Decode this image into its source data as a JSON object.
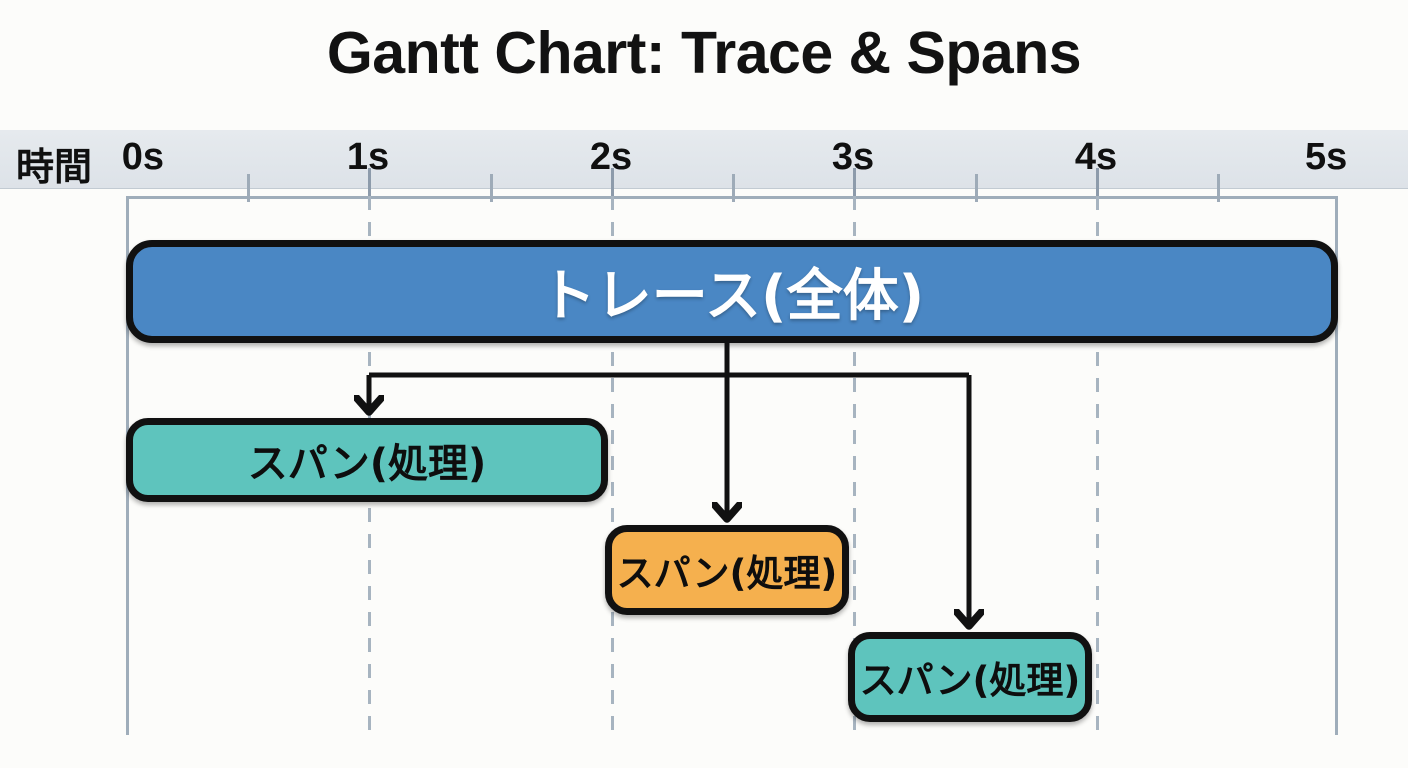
{
  "title": "Gantt Chart: Trace & Spans",
  "axis": {
    "name": "時間",
    "unit": "s",
    "ticks": [
      "0s",
      "1s",
      "2s",
      "3s",
      "4s",
      "5s"
    ],
    "minor_step": 0.5,
    "range_start": 0,
    "range_end": 5
  },
  "colors": {
    "trace_fill": "#4a87c4",
    "span_teal_fill": "#5ec4bd",
    "span_orange_fill": "#f5b04e",
    "bar_border": "#111111",
    "band_bg": "#e3e7ec",
    "grid": "#a7b4c0",
    "page_bg": "#fcfcfa",
    "title_text": "#121212"
  },
  "chart_data": {
    "type": "bar",
    "title": "Gantt Chart: Trace & Spans",
    "xlabel": "時間",
    "ylabel": "",
    "xlim": [
      0,
      5
    ],
    "xticks": [
      0,
      1,
      2,
      3,
      4,
      5
    ],
    "xticklabels": [
      "0s",
      "1s",
      "2s",
      "3s",
      "4s",
      "5s"
    ],
    "grid": true,
    "legend": "none",
    "orientation": "horizontal",
    "tasks": [
      {
        "id": "trace",
        "label": "トレース(全体)",
        "start": 0.0,
        "end": 5.0,
        "duration": 5.0,
        "row": 0,
        "color": "#4a87c4",
        "text_color": "#ffffff",
        "kind": "trace"
      },
      {
        "id": "span-1",
        "label": "スパン(処理)",
        "start": 0.0,
        "end": 2.0,
        "duration": 2.0,
        "row": 1,
        "color": "#5ec4bd",
        "text_color": "#0e0e0e",
        "kind": "span"
      },
      {
        "id": "span-2",
        "label": "スパン(処理)",
        "start": 2.0,
        "end": 3.0,
        "duration": 1.0,
        "row": 2,
        "color": "#f5b04e",
        "text_color": "#0e0e0e",
        "kind": "span"
      },
      {
        "id": "span-3",
        "label": "スパン(処理)",
        "start": 3.0,
        "end": 4.0,
        "duration": 1.0,
        "row": 3,
        "color": "#5ec4bd",
        "text_color": "#0e0e0e",
        "kind": "span"
      }
    ],
    "links": [
      {
        "from": "trace",
        "to": "span-1",
        "type": "arrow"
      },
      {
        "from": "trace",
        "to": "span-2",
        "type": "arrow"
      },
      {
        "from": "trace",
        "to": "span-3",
        "type": "arrow"
      }
    ]
  }
}
